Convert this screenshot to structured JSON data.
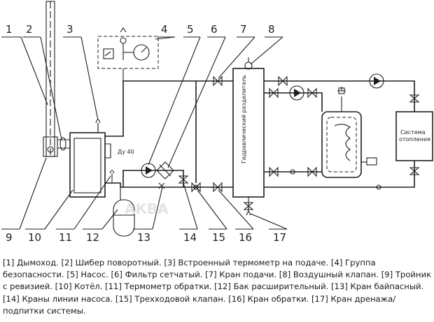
{
  "callouts": [
    "1",
    "2",
    "3",
    "4",
    "5",
    "6",
    "7",
    "8",
    "9",
    "10",
    "11",
    "12",
    "13",
    "14",
    "15",
    "16",
    "17"
  ],
  "labels": {
    "separator": "Гидравлический разделитель",
    "pipe_size": "Ду 40",
    "heating_line1": "Система",
    "heating_line2": "отопления",
    "watermark": "АКВА"
  },
  "legend": [
    "[1] Дымоход.",
    "[2] Шибер поворотный.",
    "[3] Встроенный термометр на подаче.",
    "[4] Группа безопасности.",
    "[5] Насос.",
    "[6] Фильтр сетчатый.",
    "[7] Кран подачи.",
    "[8] Воздушный клапан.",
    "[9] Тройник с ревизией.",
    "[10] Котёл.",
    "[11] Термометр обратки.",
    "[12] Бак расширительный.",
    "[13] Кран байпасный.",
    "[14] Краны линии насоса.",
    "[15] Трехходовой клапан.",
    "[16] Кран обратки.",
    "[17] Кран дренажа/подпитки системы."
  ]
}
